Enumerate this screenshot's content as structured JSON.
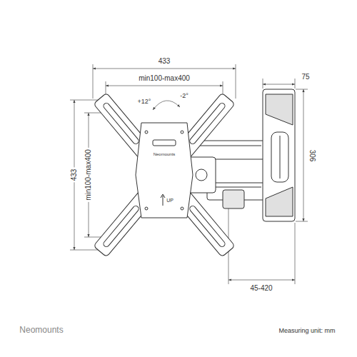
{
  "diagram": {
    "labels": [
      "433",
      "min100-max400",
      "+12°",
      "-2°",
      "433",
      "min100-max400",
      "Neomounts",
      "UP",
      "75",
      "306",
      "45-420",
      "Neomounts",
      "Measuring unit: mm"
    ]
  }
}
